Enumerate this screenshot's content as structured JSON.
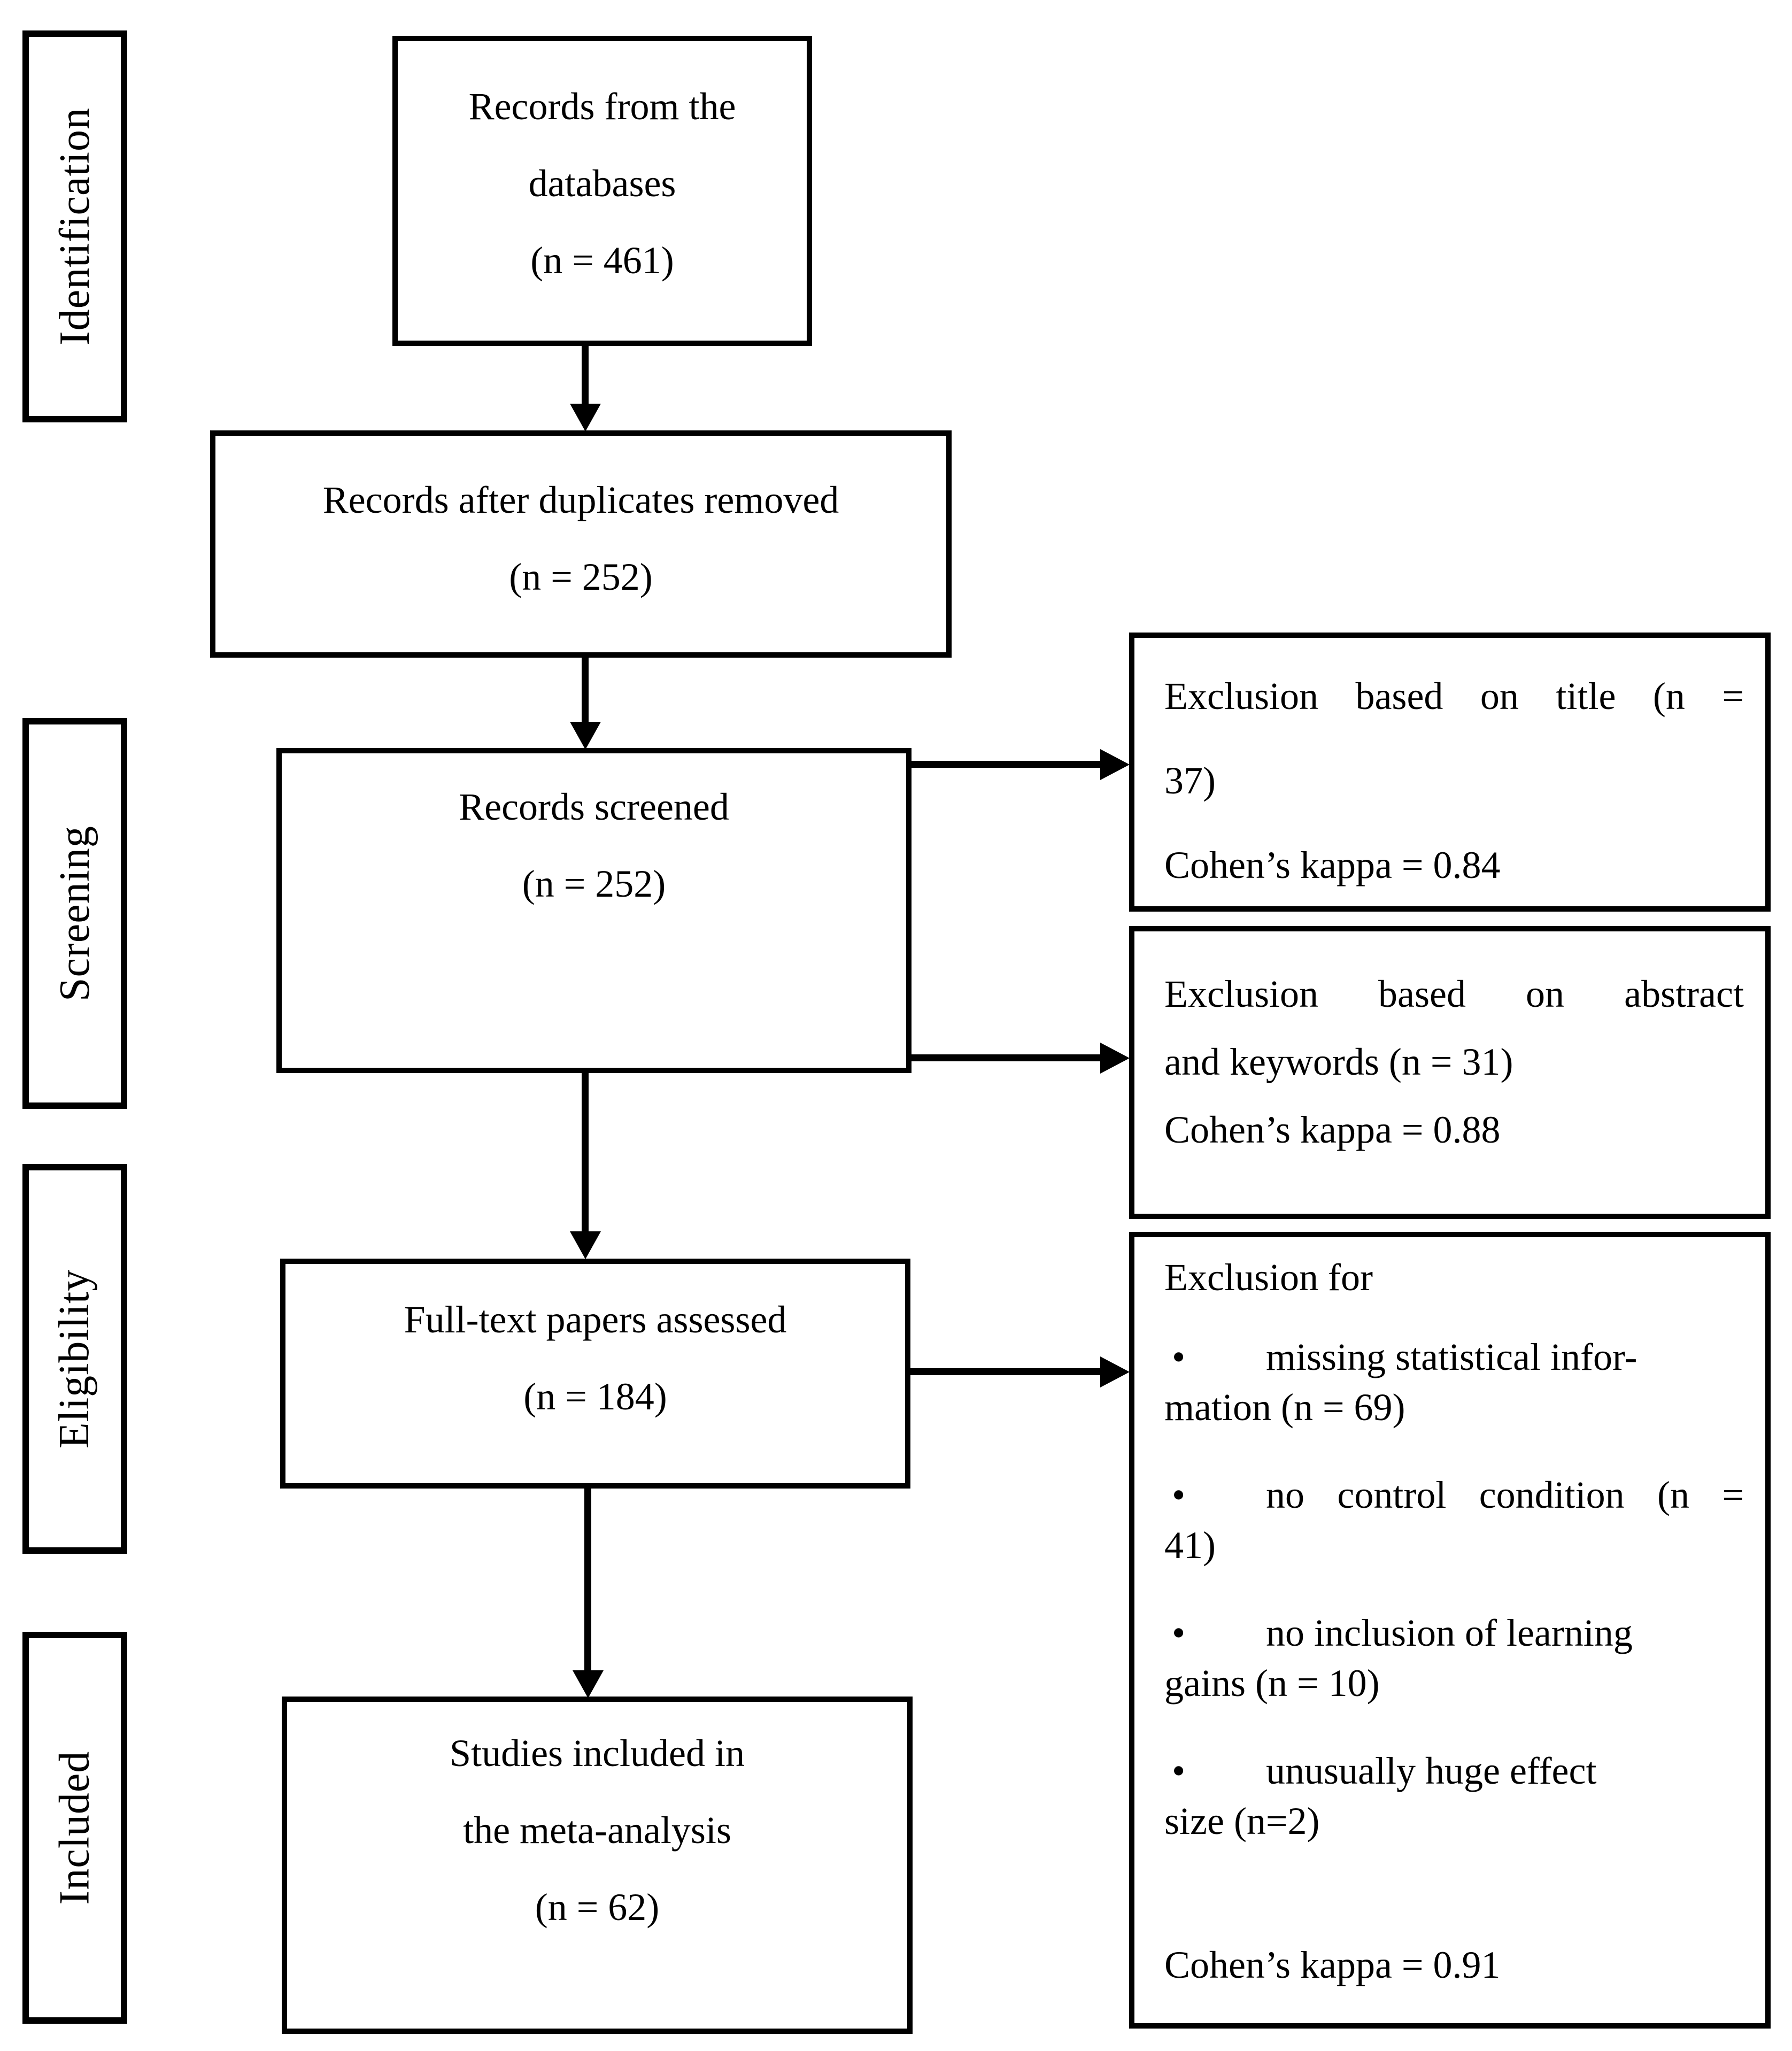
{
  "diagram": {
    "colors": {
      "ink": "#000000",
      "paper": "#ffffff"
    },
    "stage_labels": [
      "Identification",
      "Screening",
      "Eligibility",
      "Included"
    ],
    "flow_boxes": [
      {
        "lines": [
          "Records from the",
          "databases",
          "(n = 461)"
        ]
      },
      {
        "lines": [
          "Records after duplicates removed",
          "(n = 252)"
        ]
      },
      {
        "lines": [
          "Records screened",
          "(n = 252)"
        ]
      },
      {
        "lines": [
          "Full-text papers assessed",
          "(n = 184)"
        ]
      },
      {
        "lines": [
          "Studies included in",
          "the meta-analysis",
          "(n = 62)"
        ]
      }
    ],
    "exclusion_boxes": [
      {
        "lines": [
          "Exclusion based on title (n =",
          "37)",
          "Cohen’s kappa = 0.84"
        ]
      },
      {
        "lines": [
          "Exclusion based on abstract",
          "and keywords (n = 31)",
          "Cohen’s kappa = 0.88"
        ]
      },
      {
        "title": "Exclusion for",
        "bullet_glyph": "•",
        "bullets": [
          {
            "first": "missing statistical infor-",
            "rest": "mation (n = 69)"
          },
          {
            "first": "no control condition (n =",
            "rest": "41)"
          },
          {
            "first": "no inclusion of learning",
            "rest": "gains (n = 10)"
          },
          {
            "first": "unusually huge effect",
            "rest": "size (n=2)"
          }
        ],
        "kappa": "Cohen’s kappa = 0.91"
      }
    ]
  }
}
